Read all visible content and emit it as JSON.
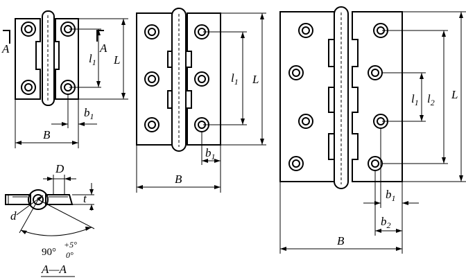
{
  "labels": {
    "A": "A",
    "B": "B",
    "L": "L",
    "l": "l",
    "b": "b",
    "D": "D",
    "d": "d",
    "t": "t",
    "sub1": "1",
    "sub2": "2",
    "angle_base": "90°",
    "angle_upper": "+5°",
    "angle_lower": "0°",
    "section": "A—A"
  }
}
